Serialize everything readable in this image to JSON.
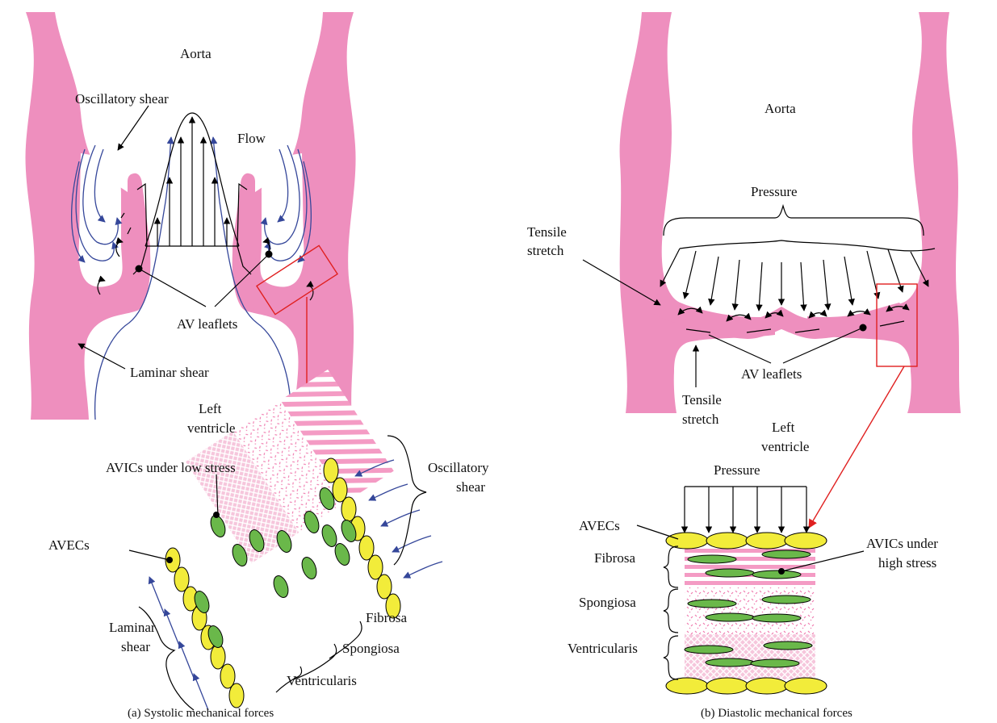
{
  "panel_a": {
    "labels": {
      "aorta": "Aorta",
      "oscillatory_shear": "Oscillatory shear",
      "flow": "Flow",
      "av_leaflets": "AV leaflets",
      "laminar_shear": "Laminar shear",
      "left_ventricle_1": "Left",
      "left_ventricle_2": "ventricle",
      "avics_low": "AVICs under low stress",
      "oscillatory_shear_2a": "Oscillatory",
      "oscillatory_shear_2b": "shear",
      "avecs": "AVECs",
      "fibrosa": "Fibrosa",
      "spongiosa": "Spongiosa",
      "ventricularis": "Ventricularis",
      "laminar_2a": "Laminar",
      "laminar_2b": "shear"
    },
    "caption": "(a)  Systolic mechanical forces"
  },
  "panel_b": {
    "labels": {
      "aorta": "Aorta",
      "pressure": "Pressure",
      "tensile_1a": "Tensile",
      "tensile_1b": "stretch",
      "av_leaflets": "AV leaflets",
      "tensile_2a": "Tensile",
      "tensile_2b": "stretch",
      "left_ventricle_1": "Left",
      "left_ventricle_2": "ventricle",
      "pressure_2": "Pressure",
      "avecs": "AVECs",
      "fibrosa": "Fibrosa",
      "spongiosa": "Spongiosa",
      "ventricularis": "Ventricularis",
      "avics_high_1": "AVICs under",
      "avics_high_2": "high stress"
    },
    "caption": "(b)  Diastolic mechanical forces"
  },
  "colors": {
    "tissue": "#ee8fbe",
    "flow_lines": "#35479a",
    "callout": "#e02020",
    "avec_cells": "#f2ec3a",
    "avic_cells": "#6ab84a"
  }
}
